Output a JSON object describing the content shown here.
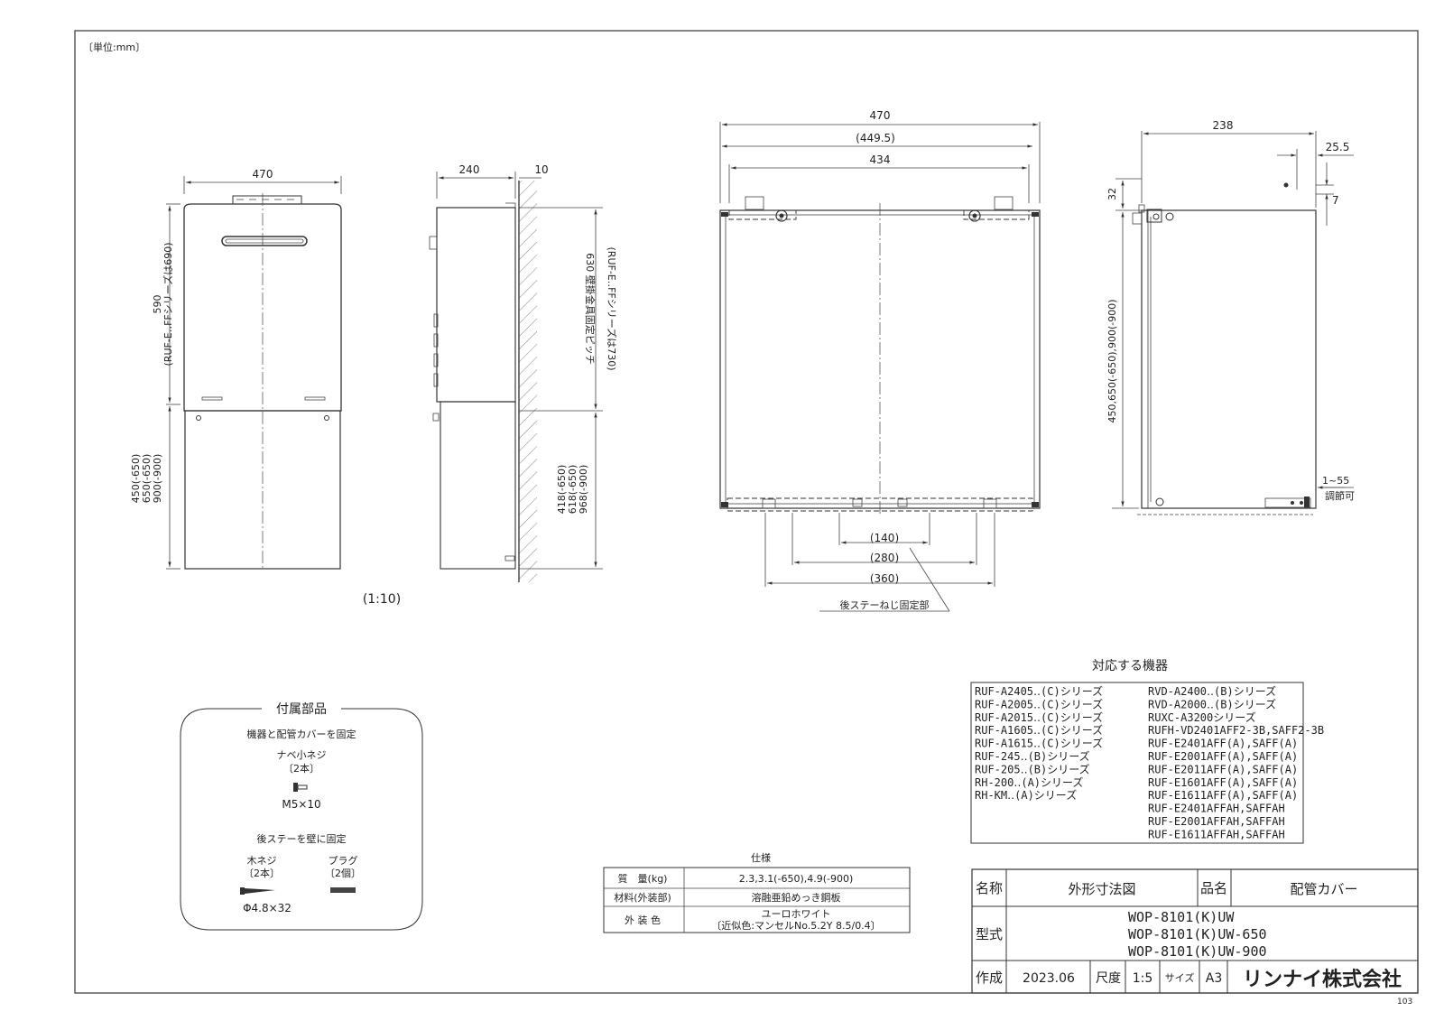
{
  "unit": "〔単位:mm〕",
  "scale_note": "(1:10)",
  "page_number": "103",
  "front_small": {
    "width": "470",
    "dim_upper": "590",
    "dim_upper_note": "(RUF-E‥FFシリーズは690)",
    "dim_lower_1": "450(-650)",
    "dim_lower_2": "650(-650)",
    "dim_lower_3": "900(-900)"
  },
  "side_small": {
    "depth": "240",
    "gap": "10",
    "pitch": "630 壁掛金具固定ピッチ",
    "pitch_note": "(RUF-E‥FFシリーズは730)",
    "lower_1": "418(-650)",
    "lower_2": "618(-650)",
    "lower_3": "968(-900)"
  },
  "top_view": {
    "w1": "470",
    "w2": "(449.5)",
    "w3": "434",
    "b1": "(140)",
    "b2": "(280)",
    "b3": "(360)",
    "stay_label": "後ステーねじ固定部"
  },
  "side_large": {
    "depth": "238",
    "offset": "25.5",
    "top": "32",
    "small": "7",
    "height": "450,650(-650),900(-900)",
    "adjust": "1~55",
    "adjust_label": "調節可"
  },
  "accessories": {
    "title": "付属部品",
    "fix_title": "機器と配管カバーを固定",
    "screw_name": "ナベ小ネジ",
    "screw_qty": "〔2本〕",
    "screw_size": "M5×10",
    "wall_title": "後ステーを壁に固定",
    "wood_name": "木ネジ",
    "wood_qty": "〔2本〕",
    "plug_name": "プラグ",
    "plug_qty": "〔2個〕",
    "wood_size": "Φ4.8×32"
  },
  "spec": {
    "title": "仕様",
    "rows": [
      {
        "label": "質　量(kg)",
        "value": "2.3,3.1(-650),4.9(-900)"
      },
      {
        "label": "材料(外装部)",
        "value": "溶融亜鉛めっき鋼板"
      },
      {
        "label": "外 装 色",
        "value": "ユーロホワイト",
        "value2": "〔近似色:マンセルNo.5.2Y 8.5/0.4〕"
      }
    ]
  },
  "compat": {
    "title": "対応する機器",
    "left": [
      "RUF-A2405‥(C)シリーズ",
      "RUF-A2005‥(C)シリーズ",
      "RUF-A2015‥(C)シリーズ",
      "RUF-A1605‥(C)シリーズ",
      "RUF-A1615‥(C)シリーズ",
      "RUF-245‥(B)シリーズ",
      "RUF-205‥(B)シリーズ",
      "RH-200‥(A)シリーズ",
      "RH-KM‥(A)シリーズ"
    ],
    "right": [
      "RVD-A2400‥(B)シリーズ",
      "RVD-A2000‥(B)シリーズ",
      "RUXC-A3200シリーズ",
      "RUFH-VD2401AFF2-3B,SAFF2-3B",
      "RUF-E2401AFF(A),SAFF(A)",
      "RUF-E2001AFF(A),SAFF(A)",
      "RUF-E2011AFF(A),SAFF(A)",
      "RUF-E1601AFF(A),SAFF(A)",
      "RUF-E1611AFF(A),SAFF(A)",
      "RUF-E2401AFFAH,SAFFAH",
      "RUF-E2001AFFAH,SAFFAH",
      "RUF-E1611AFFAH,SAFFAH"
    ]
  },
  "title_block": {
    "name_label": "名称",
    "name_value": "外形寸法図",
    "product_label": "品名",
    "product_value": "配管カバー",
    "model_label": "型式",
    "models": [
      "WOP-8101(K)UW",
      "WOP-8101(K)UW-650",
      "WOP-8101(K)UW-900"
    ],
    "made_label": "作成",
    "made_value": "2023.06",
    "scale_label": "尺度",
    "scale_value": "1:5",
    "size_label": "サイズ",
    "size_value": "A3",
    "company": "リンナイ株式会社"
  }
}
